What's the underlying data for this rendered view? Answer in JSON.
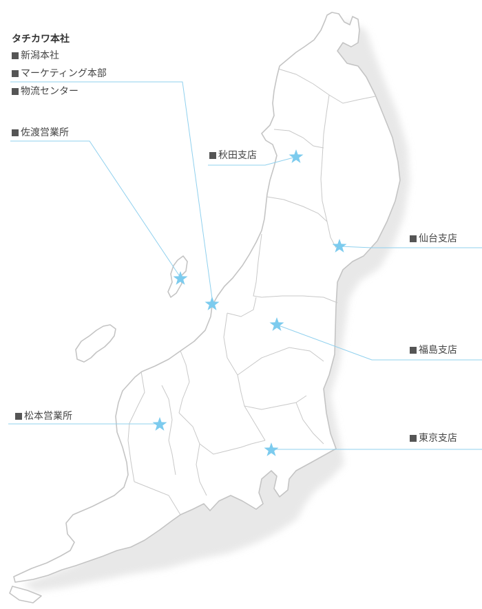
{
  "company_name": "タチカワ本社",
  "headquarters_items": [
    {
      "label": "新潟本社"
    },
    {
      "label": "マーケティング本部"
    },
    {
      "label": "物流センター"
    }
  ],
  "branches": {
    "sado": {
      "label": "佐渡営業所"
    },
    "akita": {
      "label": "秋田支店"
    },
    "sendai": {
      "label": "仙台支店"
    },
    "fukushima": {
      "label": "福島支店"
    },
    "matsumoto": {
      "label": "松本営業所"
    },
    "tokyo": {
      "label": "東京支店"
    }
  },
  "colors": {
    "star": "#7ccbee",
    "leader_line": "#8fd0ee",
    "land_fill": "#ffffff",
    "border": "#c8c8c8",
    "shadow": "#e2e2e2",
    "marker_square": "#555555"
  },
  "icons": {
    "location": "star-icon",
    "label_marker": "square-bullet-icon"
  }
}
